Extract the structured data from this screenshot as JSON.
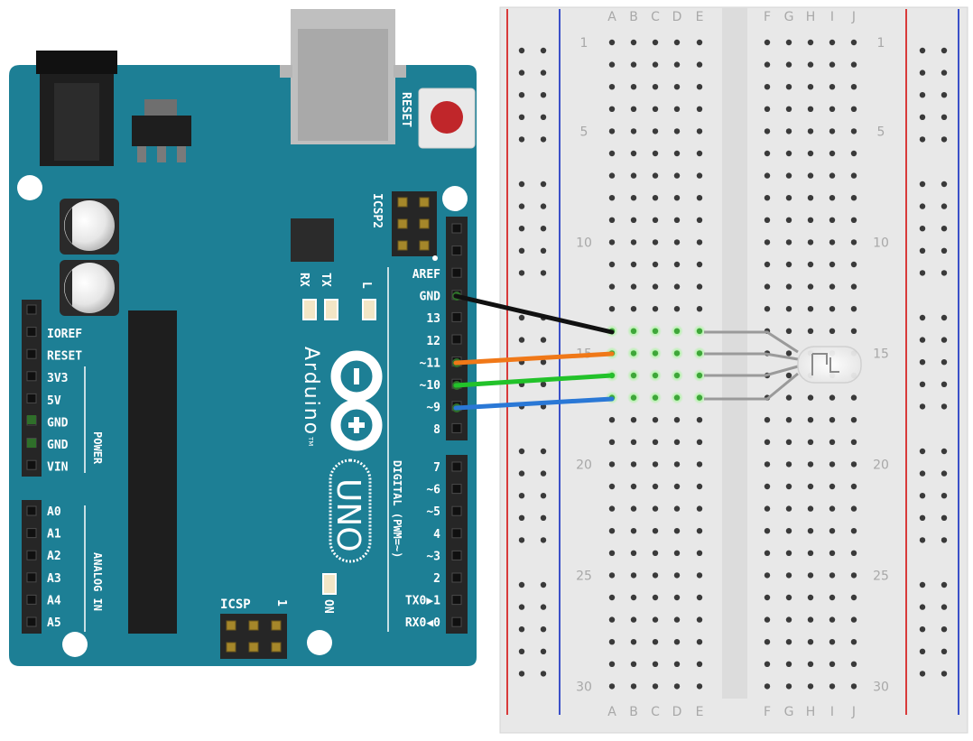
{
  "colors": {
    "board": "#1d7f95",
    "board_dark": "#176a7d",
    "breadboard": "#e8e8e8",
    "breadboard_channel": "#dcdcdc",
    "wire_gnd": "#111111",
    "wire_red": "#f07818",
    "wire_green": "#22c22a",
    "wire_blue": "#2a78d6",
    "rail_red": "#d83a3a",
    "rail_blue": "#3a50c8",
    "reset_button": "#c0262a"
  },
  "board": {
    "brand": "Arduino",
    "tm": "TM",
    "model": "UNO",
    "reset": "RESET",
    "icsp2": "ICSP2",
    "icsp": "ICSP",
    "icsp_pin1": "1",
    "rx": "RX",
    "tx": "TX",
    "l": "L",
    "on": "ON",
    "digital": "DIGITAL (PWM=~)",
    "power": "POWER",
    "analog_in": "ANALOG IN",
    "power_pins": [
      "IOREF",
      "RESET",
      "3V3",
      "5V",
      "GND",
      "GND",
      "VIN"
    ],
    "analog_pins": [
      "A0",
      "A1",
      "A2",
      "A3",
      "A4",
      "A5"
    ],
    "digital_top_pins": [
      "AREF",
      "GND",
      "13",
      "12",
      "~11",
      "~10",
      "~9",
      "8"
    ],
    "digital_bottom_pins": [
      "7",
      "~6",
      "~5",
      "4",
      "~3",
      "2",
      "TX0▶1",
      "RX0◀0"
    ]
  },
  "breadboard": {
    "columns_left": [
      "A",
      "B",
      "C",
      "D",
      "E"
    ],
    "columns_right": [
      "F",
      "G",
      "H",
      "I",
      "J"
    ],
    "row_numbers": [
      "1",
      "5",
      "10",
      "15",
      "20",
      "25",
      "30"
    ]
  },
  "components": {
    "led": "rgb-led-common-cathode"
  }
}
